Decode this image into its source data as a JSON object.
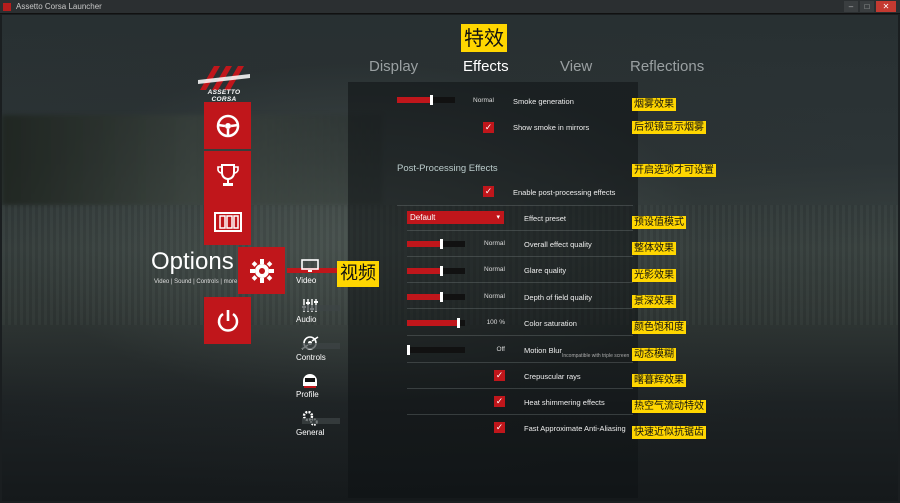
{
  "window": {
    "title": "Assetto Corsa Launcher",
    "min": "–",
    "max": "□",
    "close": "✕"
  },
  "brand": {
    "logo_text": "ASSETTO CORSA",
    "accent": "#c0161b"
  },
  "nav": {
    "options_label": "Options",
    "options_sub": "Video | Sound | Controls | more",
    "tiles": [
      "drive-icon",
      "trophy-icon",
      "film-icon",
      "gear-icon",
      "power-icon"
    ],
    "sub_items": [
      {
        "label": "Video",
        "icon": "monitor-icon"
      },
      {
        "label": "Audio",
        "icon": "equalizer-icon"
      },
      {
        "label": "Controls",
        "icon": "controller-icon"
      },
      {
        "label": "Profile",
        "icon": "helmet-icon"
      },
      {
        "label": "General",
        "icon": "gears-icon"
      }
    ]
  },
  "tabs": [
    "Display",
    "Effects",
    "View",
    "Reflections"
  ],
  "active_tab": "Effects",
  "effects": {
    "smoke_generation": {
      "label": "Smoke generation",
      "value": "Normal",
      "level": 0.6
    },
    "smoke_mirrors": {
      "label": "Show smoke in mirrors",
      "checked": true
    },
    "pp_title": "Post-Processing Effects",
    "pp_enable": {
      "label": "Enable post-processing effects",
      "checked": true
    },
    "preset": {
      "label": "Effect preset",
      "value": "Default"
    },
    "overall_quality": {
      "label": "Overall effect quality",
      "value": "Normal",
      "level": 0.6
    },
    "glare_quality": {
      "label": "Glare quality",
      "value": "Normal",
      "level": 0.6
    },
    "dof_quality": {
      "label": "Depth of field quality",
      "value": "Normal",
      "level": 0.6
    },
    "color_saturation": {
      "label": "Color saturation",
      "value": "100 %",
      "level": 0.9
    },
    "motion_blur": {
      "label": "Motion Blur",
      "value": "Off",
      "level": 0.0,
      "note": "Incompatible with triple screen"
    },
    "crepuscular": {
      "label": "Crepuscular rays",
      "checked": true
    },
    "heat_shimmer": {
      "label": "Heat shimmering effects",
      "checked": true
    },
    "fxaa": {
      "label": "Fast Approximate Anti-Aliasing",
      "checked": true
    }
  },
  "annotations": {
    "effects_tab": "特效",
    "video": "视频",
    "smoke": "烟雾效果",
    "mirrors": "后视镜显示烟雾",
    "pp": "开启选项才可设置",
    "preset": "预设值模式",
    "overall": "整体效果",
    "glare": "光影效果",
    "dof": "景深效果",
    "saturation": "颜色饱和度",
    "motion": "动态模糊",
    "crepuscular": "曙暮辉效果",
    "heat": "热空气流动特效",
    "fxaa": "快速近似抗锯齿"
  }
}
